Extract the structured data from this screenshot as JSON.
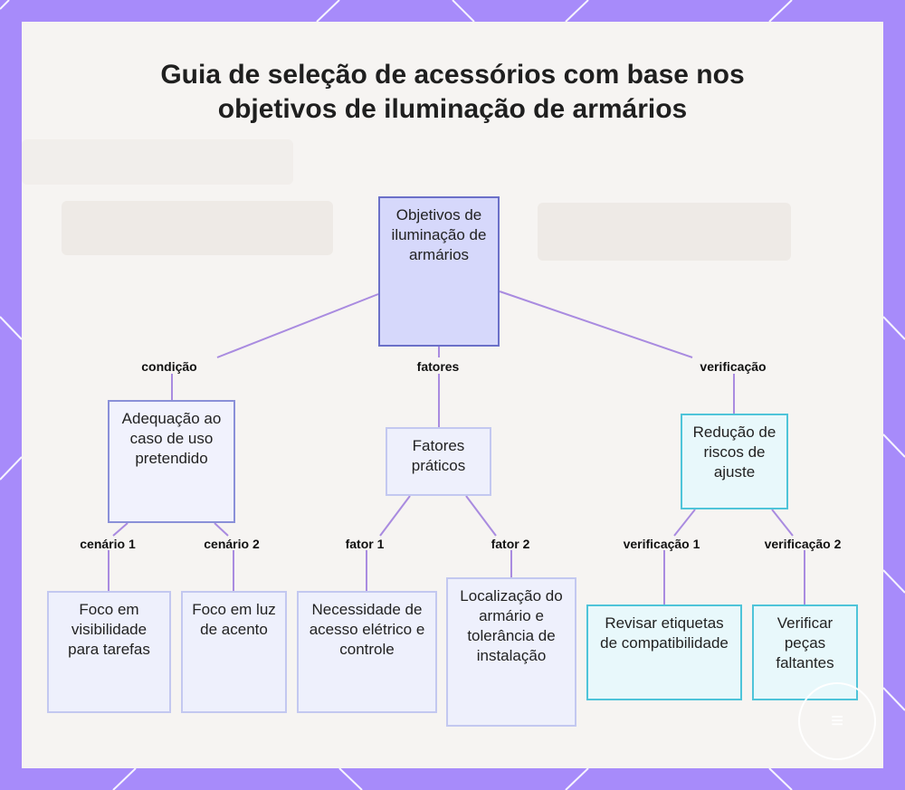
{
  "title": "Guia de seleção de acessórios com base nos objetivos de iluminação de armários",
  "colors": {
    "frame": "#a78bfa",
    "edge": "#a98be0",
    "root_fill": "#d6d8fb",
    "cyan_border": "#4ec4d9"
  },
  "nodes": {
    "root": "Objetivos de iluminação de armários",
    "adequacao": "Adequação ao caso de uso pretendido",
    "fatores": "Fatores práticos",
    "reducao": "Redução de riscos de ajuste",
    "foco_tarefas": "Foco em visibilidade para tarefas",
    "foco_acento": "Foco em luz de acento",
    "necessidade": "Necessidade de acesso elétrico e controle",
    "localizacao": "Localização do armário e tolerância de instalação",
    "revisar": "Revisar etiquetas de compatibilidade",
    "verificar": "Verificar peças faltantes"
  },
  "edge_labels": {
    "condicao": "condição",
    "fatores": "fatores",
    "verificacao": "verificação",
    "cenario1": "cenário 1",
    "cenario2": "cenário 2",
    "fator1": "fator 1",
    "fator2": "fator 2",
    "verificacao1": "verificação 1",
    "verificacao2": "verificação 2"
  },
  "icons": {
    "watermark_logo": "logo-icon"
  }
}
